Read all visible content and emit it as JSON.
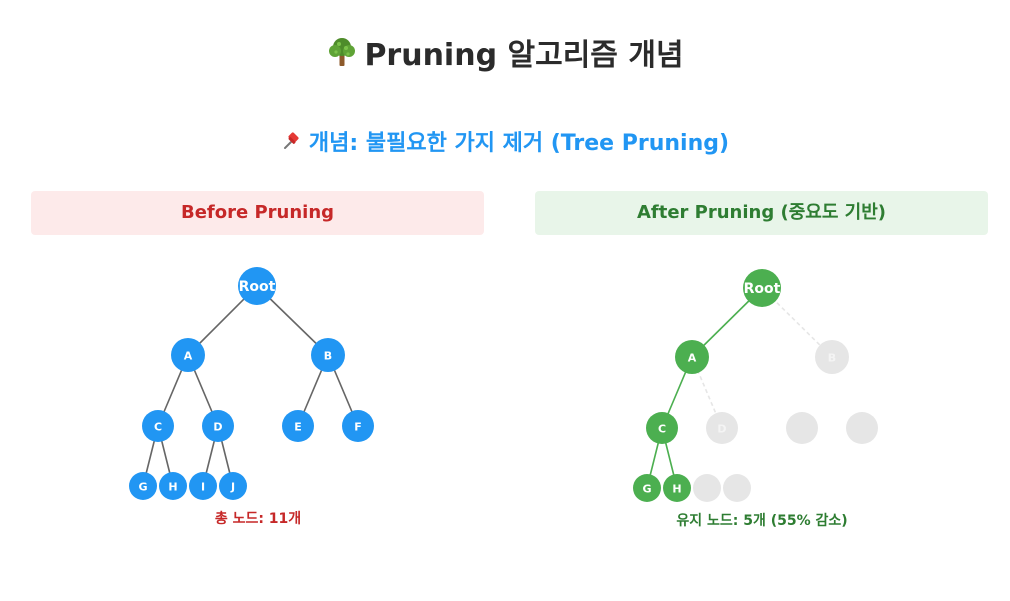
{
  "title": {
    "icon": "tree-icon",
    "text": "Pruning 알고리즘 개념"
  },
  "subtitle": {
    "icon": "pushpin-icon",
    "text": "개념: 불필요한 가지 제거 (Tree Pruning)"
  },
  "panels": {
    "before": {
      "header": "Before Pruning",
      "count_text": "총 노드: 11개"
    },
    "after": {
      "header": "After Pruning (중요도 기반)",
      "count_text": "유지 노드: 5개 (55% 감소)"
    }
  },
  "colors": {
    "title": "#2b2b2b",
    "subtitle": "#2196f3",
    "before_node": "#2196f3",
    "after_node": "#4caf50",
    "pruned_node": "#e6e6e6",
    "before_edge": "#666666",
    "after_edge": "#4caf50",
    "pruned_edge": "#e6e6e6",
    "before_header_bg": "#fdeaea",
    "before_header_text": "#c62828",
    "after_header_bg": "#e8f5e9",
    "after_header_text": "#2e7d32"
  },
  "tree": {
    "nodes": [
      {
        "id": "root",
        "label": "Root",
        "parent": null
      },
      {
        "id": "a",
        "label": "A",
        "parent": "root"
      },
      {
        "id": "b",
        "label": "B",
        "parent": "root"
      },
      {
        "id": "c",
        "label": "C",
        "parent": "a"
      },
      {
        "id": "d",
        "label": "D",
        "parent": "a"
      },
      {
        "id": "e",
        "label": "E",
        "parent": "b"
      },
      {
        "id": "f",
        "label": "F",
        "parent": "b"
      },
      {
        "id": "g",
        "label": "G",
        "parent": "c"
      },
      {
        "id": "h",
        "label": "H",
        "parent": "c"
      },
      {
        "id": "i",
        "label": "I",
        "parent": "d"
      },
      {
        "id": "j",
        "label": "J",
        "parent": "d"
      }
    ],
    "after_pruning": {
      "kept": [
        "root",
        "a",
        "c",
        "g",
        "h"
      ],
      "pruned_with_label": [
        "b",
        "d"
      ],
      "pruned_no_label": [
        "e",
        "f",
        "i",
        "j"
      ]
    }
  }
}
